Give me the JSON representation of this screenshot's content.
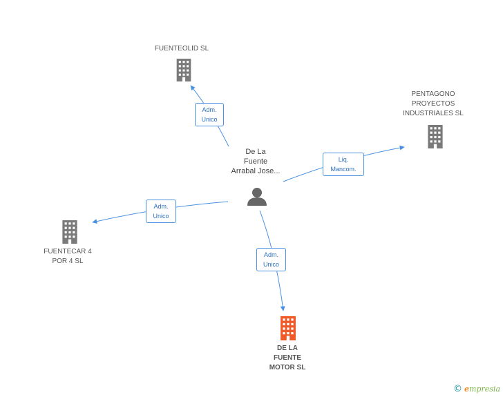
{
  "nodes": {
    "center": {
      "label_lines": [
        "De La",
        "Fuente",
        "Arrabal Jose..."
      ],
      "type": "person"
    },
    "fuenteolid": {
      "label_lines": [
        "FUENTEOLID SL"
      ],
      "type": "company"
    },
    "pentagono": {
      "label_lines": [
        "PENTAGONO",
        "PROYECTOS",
        "INDUSTRIALES SL"
      ],
      "type": "company"
    },
    "fuentecar": {
      "label_lines": [
        "FUENTECAR 4",
        "POR 4 SL"
      ],
      "type": "company"
    },
    "delafuente": {
      "label_lines": [
        "DE LA",
        "FUENTE",
        "MOTOR SL"
      ],
      "type": "company-main"
    }
  },
  "edges": {
    "to_fuenteolid": {
      "lines": [
        "Adm.",
        "Unico"
      ]
    },
    "to_pentagono": {
      "lines": [
        "Liq.",
        "Mancom."
      ]
    },
    "to_fuentecar": {
      "lines": [
        "Adm.",
        "Unico"
      ]
    },
    "to_delafuente": {
      "lines": [
        "Adm.",
        "Unico"
      ]
    }
  },
  "colors": {
    "edge": "#4a90e2",
    "company_icon": "#7a7a7a",
    "main_icon": "#f05a28",
    "person_icon": "#666666"
  },
  "footer": {
    "copyright": "©",
    "brand_initial": "e",
    "brand_rest": "mpresia"
  }
}
